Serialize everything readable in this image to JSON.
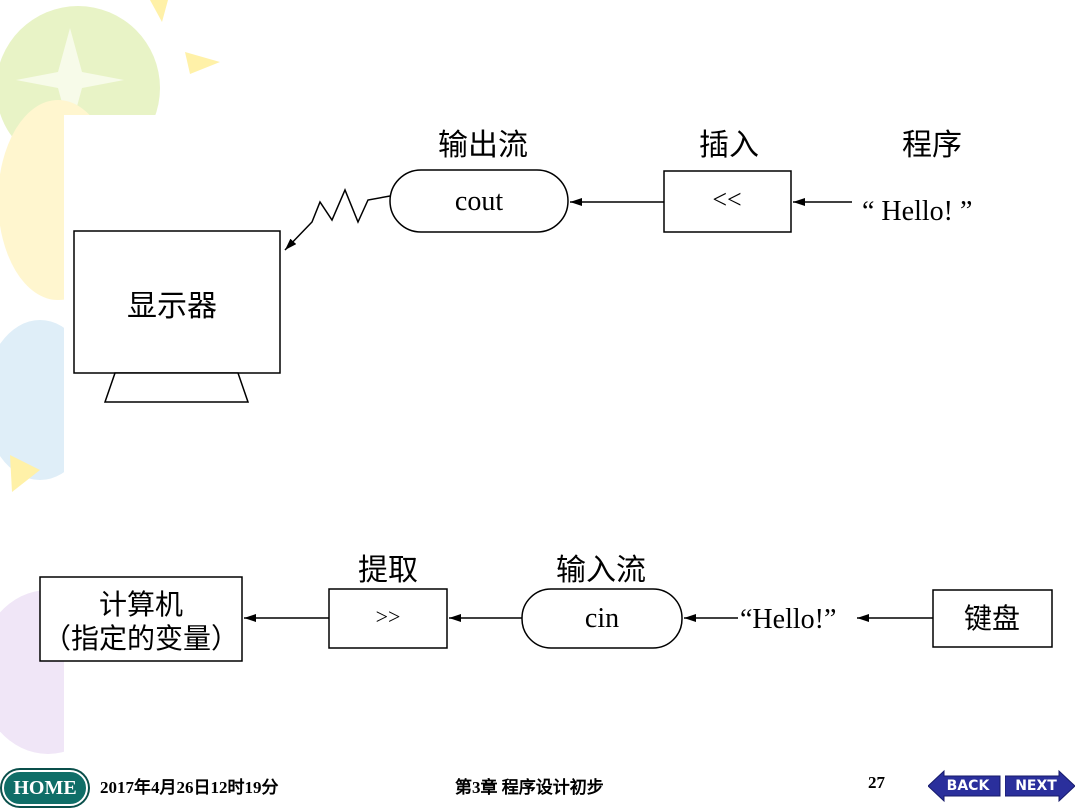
{
  "top": {
    "stream_label": "输出流",
    "insert_label": "插入",
    "program_label": "程序",
    "stream_name": "cout",
    "operator": "<<",
    "data": "“ Hello! ”",
    "display_label": "显示器"
  },
  "bottom": {
    "extract_label": "提取",
    "stream_label": "输入流",
    "computer_line1": "计算机",
    "computer_line2": "（指定的变量）",
    "operator": ">>",
    "stream_name": "cin",
    "data": "“Hello!”",
    "keyboard_label": "键盘"
  },
  "footer": {
    "home": "HOME",
    "datetime": "2017年4月26日12时19分",
    "chapter": "第3章  程序设计初步",
    "page_number": "27",
    "back": "BACK",
    "next": "NEXT"
  }
}
